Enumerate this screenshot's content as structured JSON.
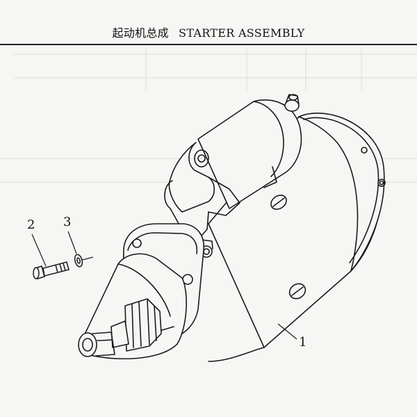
{
  "header": {
    "title_cn": "起动机总成",
    "title_en": "STARTER ASSEMBLY"
  },
  "diagram": {
    "callouts": [
      "1",
      "2",
      "3"
    ]
  }
}
